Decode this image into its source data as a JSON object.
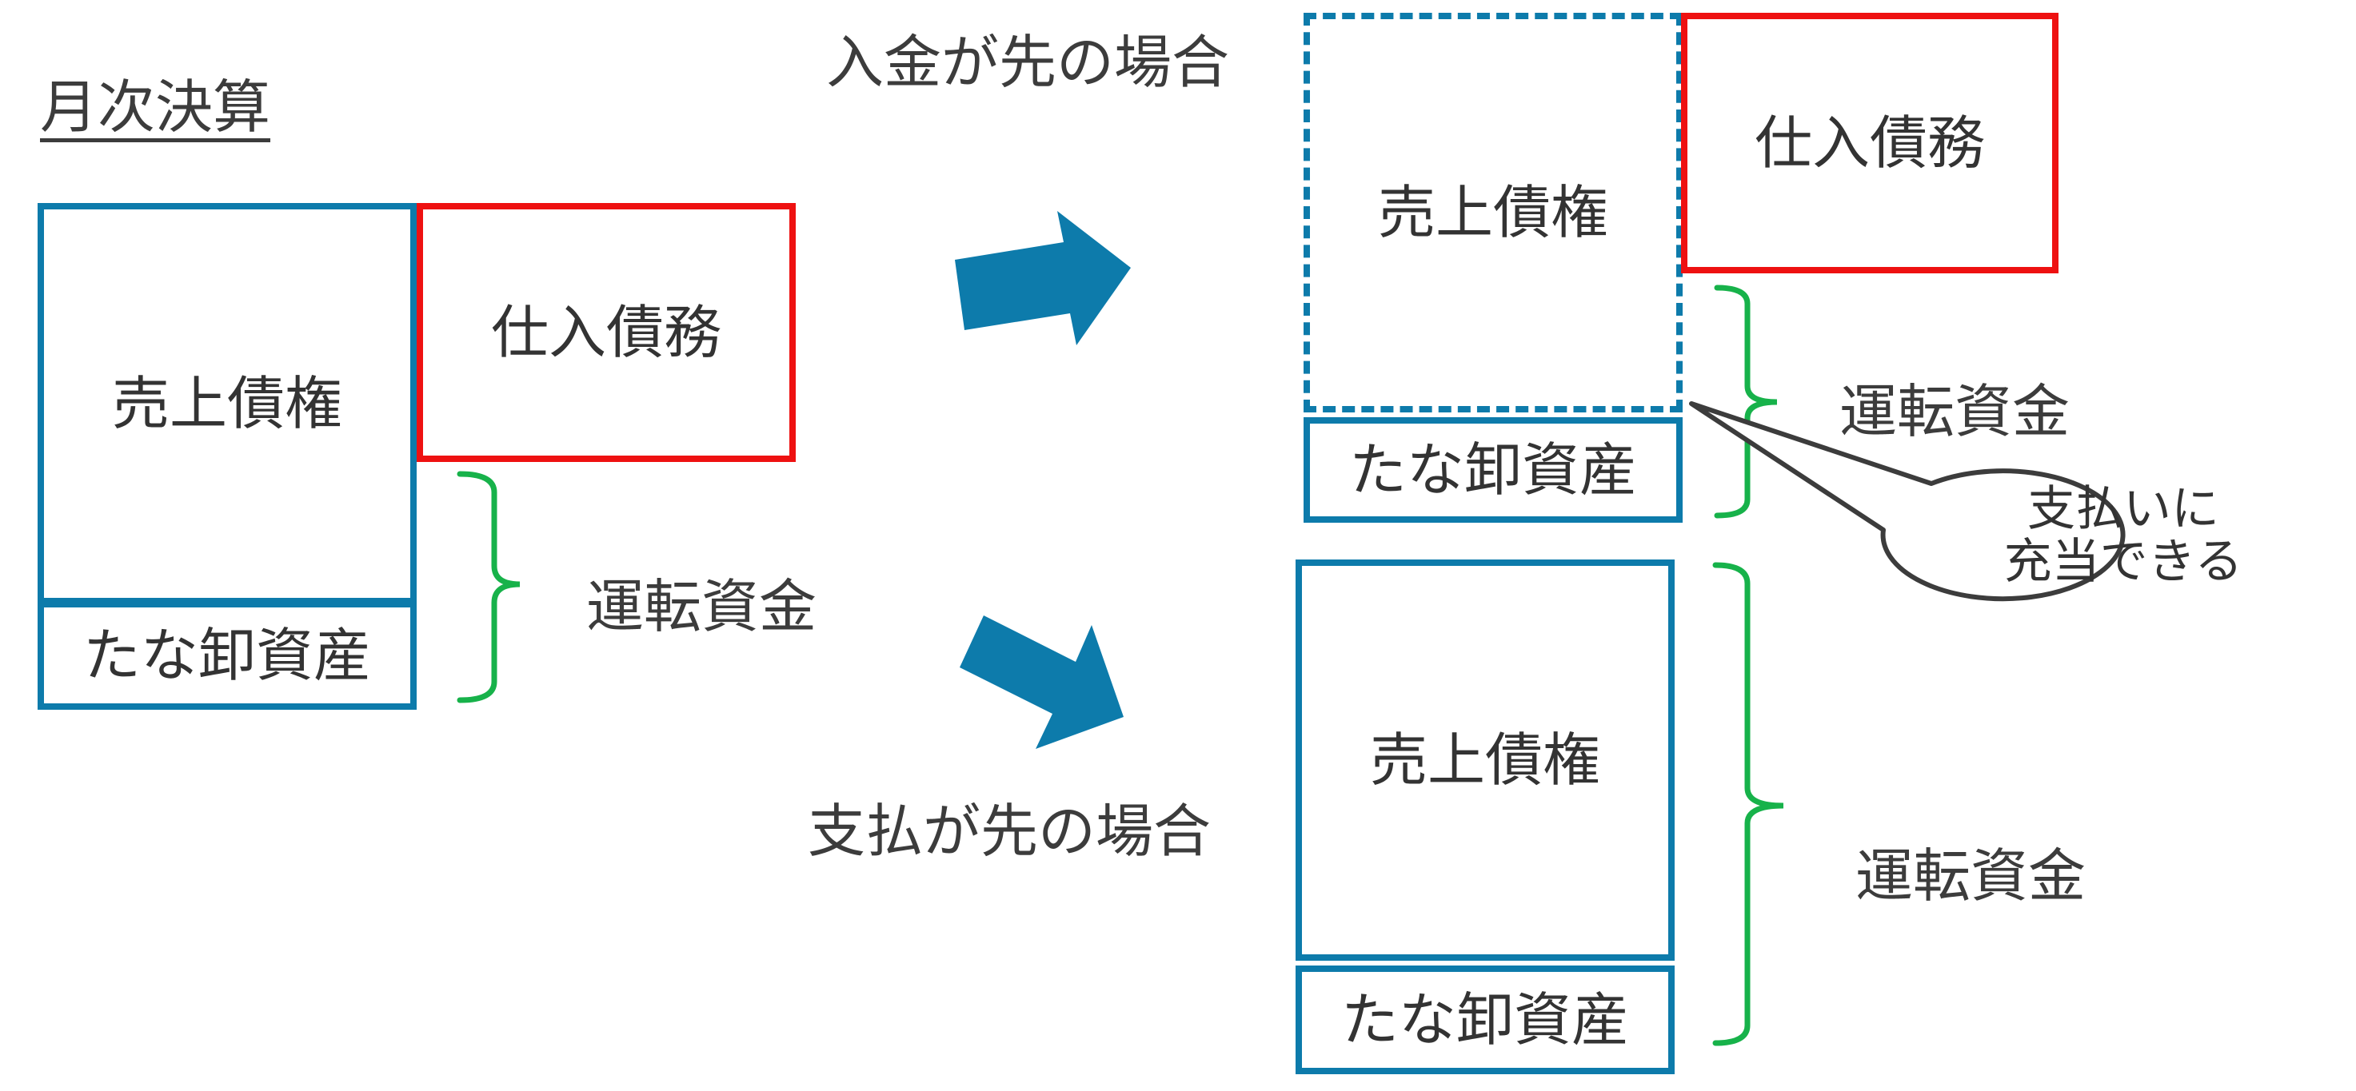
{
  "title": "月次決算",
  "left": {
    "receivables": "売上債権",
    "payables": "仕入債務",
    "inventory": "たな卸資産",
    "working_capital": "運転資金"
  },
  "top_case": {
    "heading": "入金が先の場合",
    "receivables": "売上債権",
    "payables": "仕入債務",
    "inventory": "たな卸資産",
    "working_capital": "運転資金",
    "callout_line1": "支払いに",
    "callout_line2": "充当できる"
  },
  "bottom_case": {
    "heading": "支払が先の場合",
    "receivables": "売上債権",
    "inventory": "たな卸資産",
    "working_capital": "運転資金"
  },
  "colors": {
    "asset_border": "#0d7bab",
    "liability_border": "#ee1111",
    "brace": "#17b24a",
    "arrow": "#0d7bab"
  }
}
